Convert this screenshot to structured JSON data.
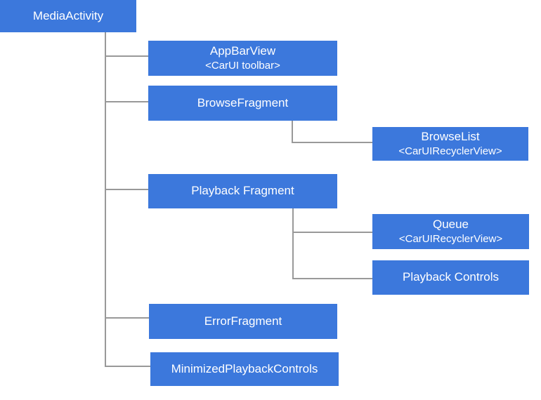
{
  "colors": {
    "node_fill": "#3c78dc",
    "node_text": "#ffffff",
    "connector": "#999999",
    "background": "#ffffff"
  },
  "nodes": {
    "media_activity": {
      "label": "MediaActivity"
    },
    "app_bar_view": {
      "label": "AppBarView",
      "sublabel": "<CarUI toolbar>"
    },
    "browse_fragment": {
      "label": "BrowseFragment"
    },
    "browse_list": {
      "label": "BrowseList",
      "sublabel": "<CarUIRecyclerView>"
    },
    "playback_fragment": {
      "label": "Playback Fragment"
    },
    "queue": {
      "label": "Queue",
      "sublabel": "<CarUIRecyclerView>"
    },
    "playback_controls": {
      "label": "Playback Controls"
    },
    "error_fragment": {
      "label": "ErrorFragment"
    },
    "minimized_playback_controls": {
      "label": "MinimizedPlaybackControls"
    }
  }
}
